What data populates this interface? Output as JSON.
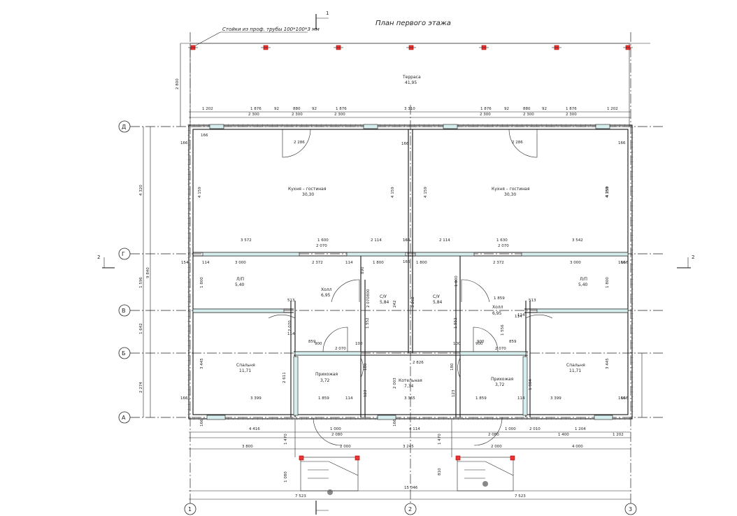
{
  "title": "План первого этажа",
  "posts_note": "Стойки из проф. трубы 100*100*3 мм",
  "section_mark": "1",
  "section_side_mark": "2",
  "terrace": {
    "name": "Терраса",
    "area": "41,95"
  },
  "axes_rows": [
    "Д",
    "Г",
    "В",
    "Б",
    "А"
  ],
  "axes_cols": [
    "1",
    "2",
    "3"
  ],
  "rooms": [
    {
      "name": "Кухня – гостиная",
      "area": "30,30"
    },
    {
      "name": "Кухня – гостиная",
      "area": "30,30"
    },
    {
      "name": "Л/П",
      "area": "5,40"
    },
    {
      "name": "Л/П",
      "area": "5,40"
    },
    {
      "name": "Холл",
      "area": "6,95"
    },
    {
      "name": "С/У",
      "area": "5,84"
    },
    {
      "name": "С/У",
      "area": "5,84"
    },
    {
      "name": "Холл",
      "area": "6,95"
    },
    {
      "name": "Спальня",
      "area": "11,71"
    },
    {
      "name": "Спальня",
      "area": "11,71"
    },
    {
      "name": "Прихожая",
      "area": "3,72"
    },
    {
      "name": "Прихожая",
      "area": "3,72"
    },
    {
      "name": "Котельная",
      "area": "7,34"
    }
  ],
  "dims_top_1": [
    "1 202",
    "1 876",
    "92",
    "880",
    "92",
    "1 876",
    "3 310",
    "1 876",
    "92",
    "880",
    "92",
    "1 876",
    "1 202"
  ],
  "dims_top_2": [
    "2 300",
    "2 300",
    "2 300",
    "2 300",
    "2 300",
    "2 300"
  ],
  "dim_terrace_depth": "2 800",
  "dims_left": [
    "4 320",
    "1 596",
    "1 642",
    "2 274",
    "9 840"
  ],
  "dims_right": [
    "3 445",
    "1 800",
    "4 159"
  ],
  "dims_interior": [
    "2 286",
    "2 286",
    "166",
    "166",
    "166",
    "166",
    "166",
    "166",
    "166",
    "166",
    "166",
    "4 159",
    "4 159",
    "4 159",
    "4 159",
    "3 572",
    "1 600",
    "2 070",
    "2 114",
    "166",
    "2 114",
    "1 630",
    "2 070",
    "3 542",
    "154",
    "114",
    "3 000",
    "2 372",
    "114",
    "1 800",
    "890",
    "1 800",
    "2 372",
    "3 000",
    "166",
    "1 800",
    "2 070",
    "2 070",
    "800",
    "1 859",
    "513",
    "513",
    "1 552",
    "1 552",
    "1 800",
    "242",
    "3 262",
    "1 556",
    "114",
    "114",
    "900",
    "859",
    "900",
    "2 070",
    "100",
    "100",
    "2 070",
    "900",
    "859",
    "114",
    "2 826",
    "3 445",
    "2 611",
    "180",
    "180",
    "2 003",
    "3 399",
    "1 859",
    "114",
    "3 365",
    "1 859",
    "114",
    "3 399",
    "166",
    "123",
    "123",
    "1 904"
  ],
  "dims_bottom_1": [
    "4 416",
    "1 000",
    "4 114",
    "1 000",
    "2 010",
    "1 204"
  ],
  "dims_bottom_2": [
    "2 080",
    "2 080",
    "1 400",
    "1 202"
  ],
  "dims_bottom_3": [
    "3 800",
    "2 000",
    "3 245",
    "2 000",
    "4 000"
  ],
  "dims_bottom_misc": [
    "1 470",
    "1 470",
    "1 080",
    "810",
    "166",
    "166"
  ],
  "dim_total": "15 046",
  "dims_half": [
    "7 523",
    "7 523"
  ]
}
